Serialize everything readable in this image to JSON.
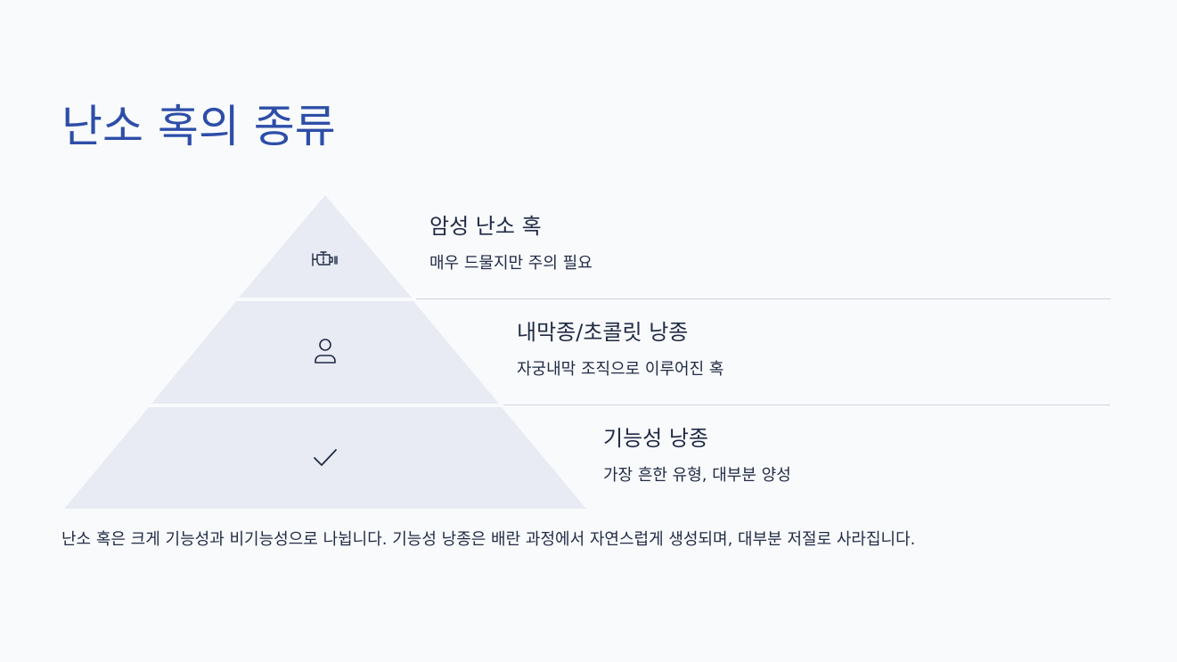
{
  "title": "난소 혹의 종류",
  "tiers": [
    {
      "heading": "암성 난소 혹",
      "description": "매우 드물지만 주의 필요",
      "icon": "engine-warning-icon"
    },
    {
      "heading": "내막종/초콜릿 낭종",
      "description": "자궁내막 조직으로 이루어진 혹",
      "icon": "person-icon"
    },
    {
      "heading": "기능성 낭종",
      "description": "가장 흔한 유형, 대부분 양성",
      "icon": "checkmark-icon"
    }
  ],
  "footer": "난소 혹은 크게 기능성과 비기능성으로 나뉩니다. 기능성 낭종은 배란 과정에서 자연스럽게 생성되며, 대부분 저절로 사라집니다.",
  "colors": {
    "title": "#2d4ea8",
    "text": "#1f2a44",
    "tier_fill": "#e8ebf3",
    "separator": "#cfd3dc",
    "background": "#f9fafc"
  }
}
